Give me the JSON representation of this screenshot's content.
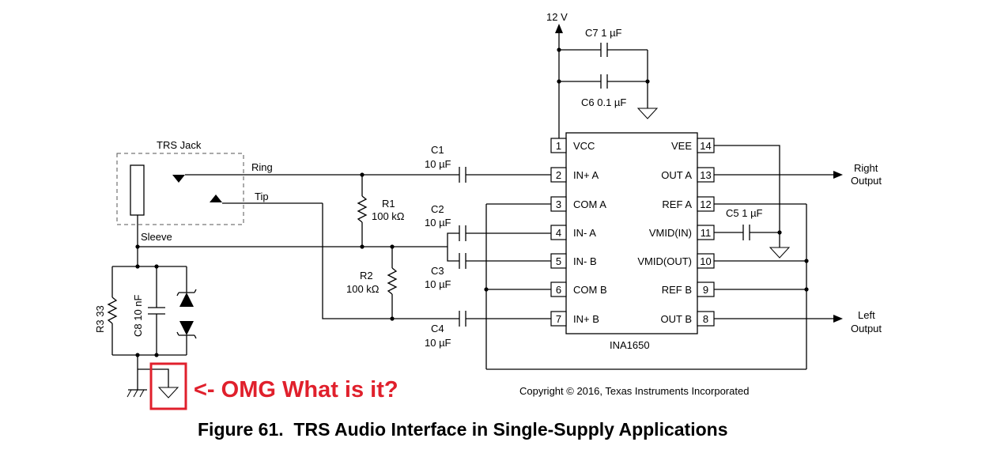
{
  "figure_caption": "Figure 61.  TRS Audio Interface in Single-Supply Applications",
  "copyright": "Copyright © 2016, Texas Instruments Incorporated",
  "annotation": {
    "text": "<- OMG What is it?",
    "color": "#e0202c"
  },
  "supply": {
    "label": "12 V"
  },
  "jack": {
    "title": "TRS Jack",
    "ring": "Ring",
    "tip": "Tip",
    "sleeve": "Sleeve"
  },
  "components": {
    "c1": {
      "ref": "C1",
      "value": "10 µF"
    },
    "c2": {
      "ref": "C2",
      "value": "10 µF"
    },
    "c3": {
      "ref": "C3",
      "value": "10 µF"
    },
    "c4": {
      "ref": "C4",
      "value": "10 µF"
    },
    "c5": {
      "label": "C5 1 µF"
    },
    "c6": {
      "label": "C6 0.1 µF"
    },
    "c7": {
      "label": "C7 1 µF"
    },
    "c8": {
      "label": "C8 10 nF"
    },
    "r1": {
      "ref": "R1",
      "value": "100 kΩ"
    },
    "r2": {
      "ref": "R2",
      "value": "100 kΩ"
    },
    "r3": {
      "label": "R3 33"
    }
  },
  "ic": {
    "name": "INA1650",
    "left_pins": [
      {
        "num": "1",
        "name": "VCC"
      },
      {
        "num": "2",
        "name": "IN+ A"
      },
      {
        "num": "3",
        "name": "COM A"
      },
      {
        "num": "4",
        "name": "IN- A"
      },
      {
        "num": "5",
        "name": "IN- B"
      },
      {
        "num": "6",
        "name": "COM B"
      },
      {
        "num": "7",
        "name": "IN+ B"
      }
    ],
    "right_pins": [
      {
        "num": "14",
        "name": "VEE"
      },
      {
        "num": "13",
        "name": "OUT A"
      },
      {
        "num": "12",
        "name": "REF A"
      },
      {
        "num": "11",
        "name": "VMID(IN)"
      },
      {
        "num": "10",
        "name": "VMID(OUT)"
      },
      {
        "num": "9",
        "name": "REF B"
      },
      {
        "num": "8",
        "name": "OUT B"
      }
    ]
  },
  "outputs": {
    "right": [
      "Right",
      "Output"
    ],
    "left": [
      "Left",
      "Output"
    ]
  }
}
